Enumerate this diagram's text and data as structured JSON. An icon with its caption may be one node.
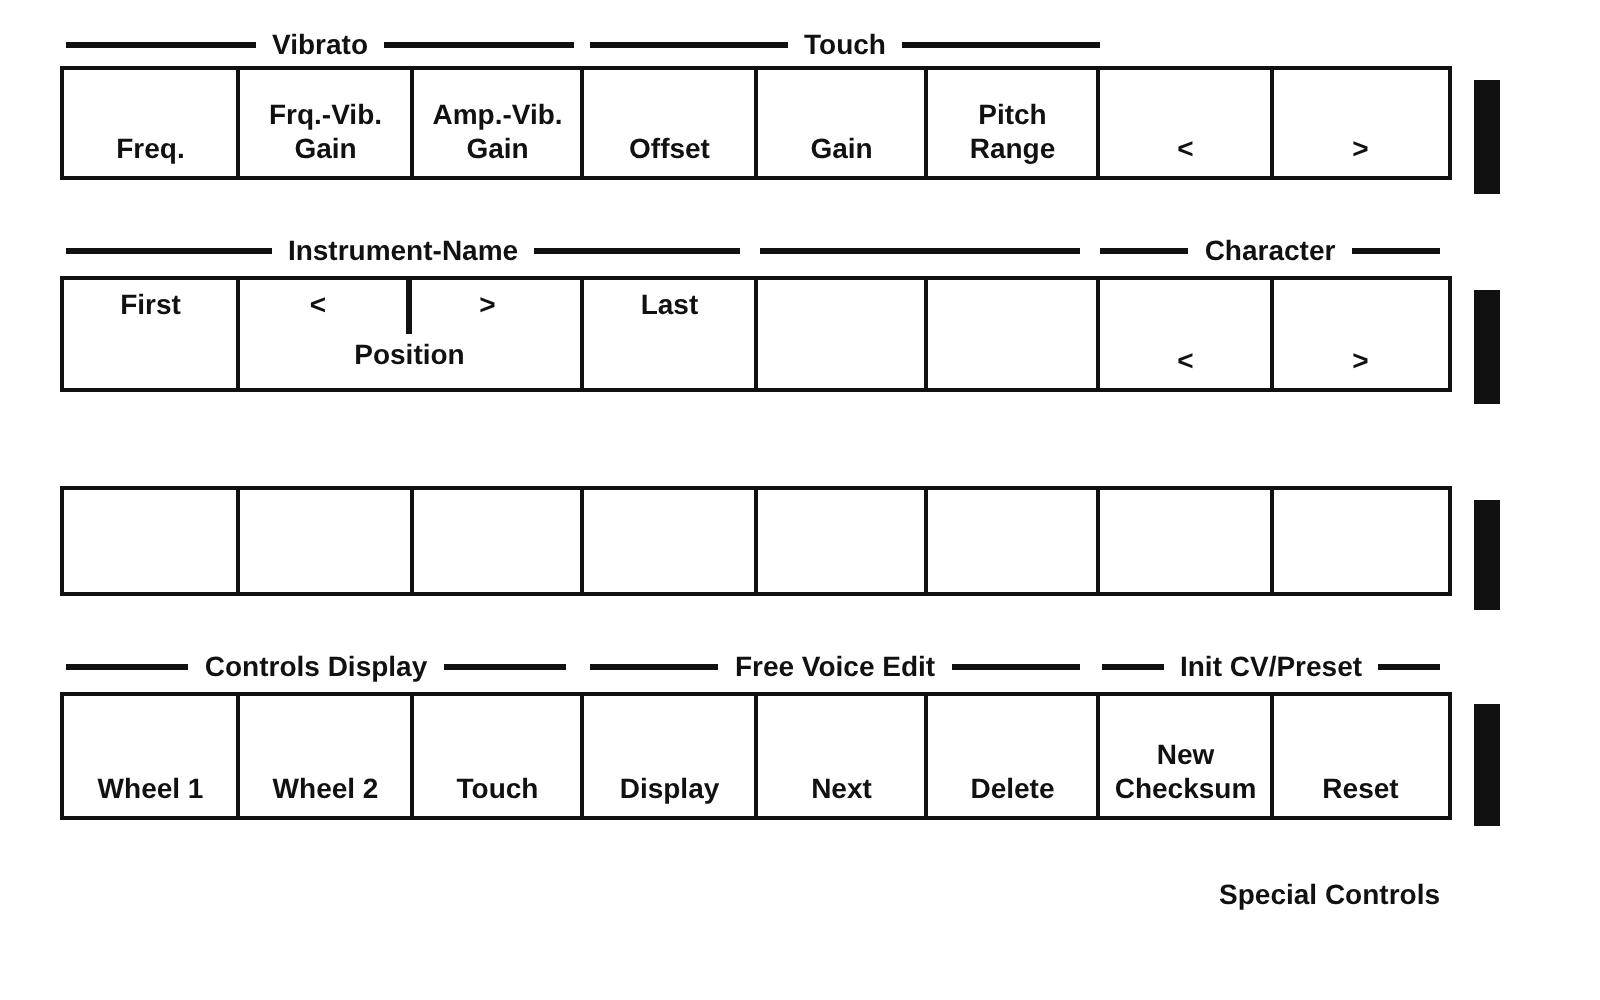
{
  "diagram": {
    "caption": "Special Controls",
    "nodes": [
      {
        "text": [
          "Freq."
        ]
      },
      {
        "text": [
          "Frq.-Vib. Gain"
        ]
      },
      {
        "text": [
          "Amp.-Vib. Gain"
        ]
      },
      {
        "text": [
          "Offset"
        ]
      },
      {
        "text": [
          "Gain"
        ]
      },
      {
        "text": [
          "Pitch Range"
        ]
      },
      {
        "text": [
          "<"
        ]
      },
      {
        "text": [
          ">"
        ]
      },
      {
        "text": [],
        "shape": "bar"
      },
      {
        "text": [
          "First"
        ]
      },
      {
        "text": [
          "<",
          ">",
          "Position"
        ]
      },
      {
        "text": [
          "Last"
        ]
      },
      {
        "text": [],
        "shape": "box"
      },
      {
        "text": [],
        "shape": "box"
      },
      {
        "text": [
          "<"
        ]
      },
      {
        "text": [
          ">"
        ]
      },
      {
        "text": [],
        "shape": "bar"
      },
      {
        "text": [],
        "shape": "box"
      },
      {
        "text": [],
        "shape": "box"
      },
      {
        "text": [],
        "shape": "box"
      },
      {
        "text": [],
        "shape": "box"
      },
      {
        "text": [],
        "shape": "box"
      },
      {
        "text": [],
        "shape": "box"
      },
      {
        "text": [],
        "shape": "box"
      },
      {
        "text": [],
        "shape": "box"
      },
      {
        "text": [],
        "shape": "bar"
      },
      {
        "text": [
          "Wheel 1"
        ]
      },
      {
        "text": [
          "Wheel 2"
        ]
      },
      {
        "text": [
          "Touch"
        ]
      },
      {
        "text": [
          "Display"
        ]
      },
      {
        "text": [
          "Next"
        ]
      },
      {
        "text": [
          "Delete"
        ]
      },
      {
        "text": [
          "New Checksum"
        ]
      },
      {
        "text": [
          "Reset"
        ]
      },
      {
        "text": [],
        "shape": "bar"
      }
    ],
    "labels": [
      "Vibrato",
      "Touch",
      "Instrument-Name",
      "Character",
      "Controls Display",
      "Free Voice Edit",
      "Init CV/Preset"
    ]
  }
}
